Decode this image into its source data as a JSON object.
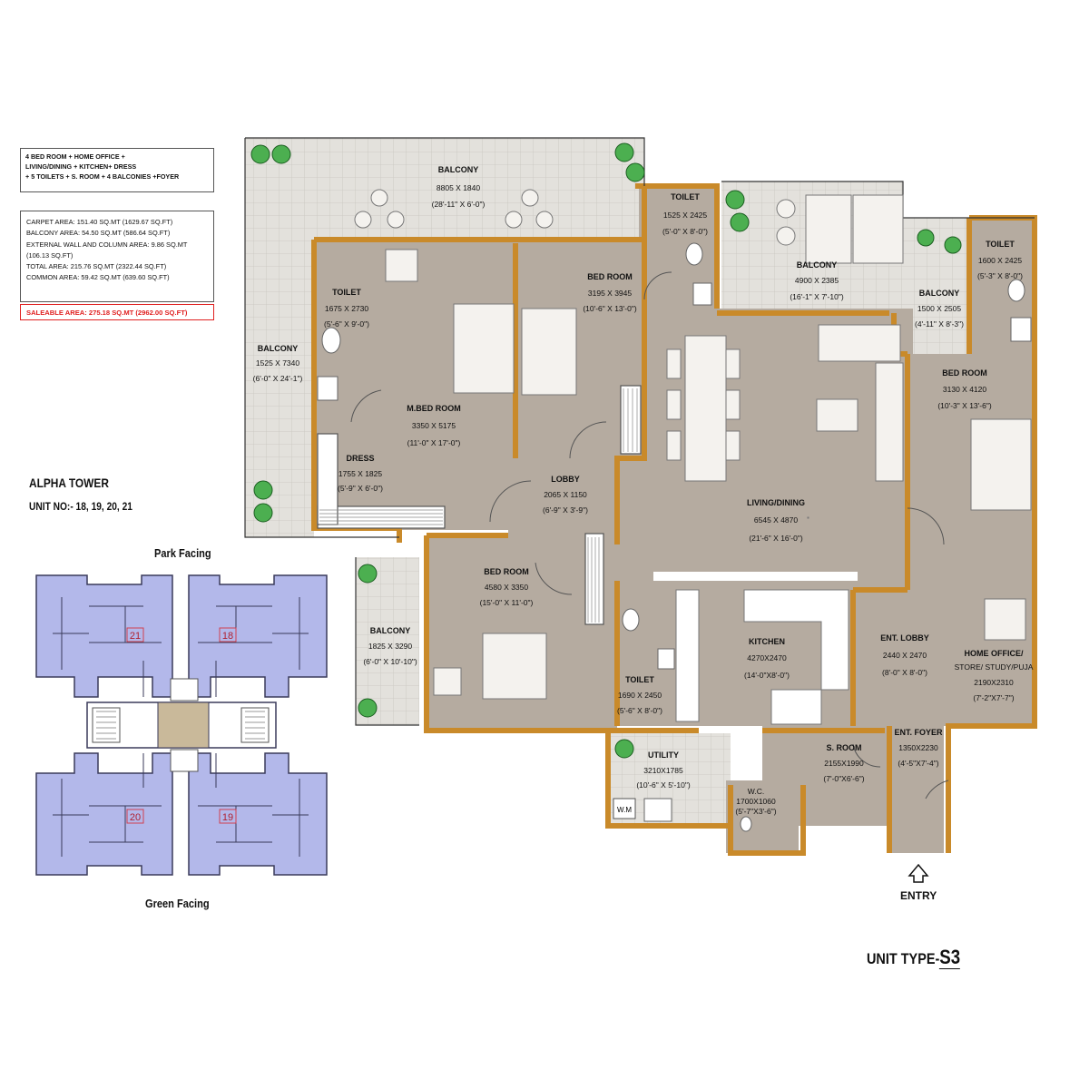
{
  "config": {
    "lines": [
      "4 BED ROOM + HOME OFFICE +",
      "LIVING/DINING + KITCHEN+ DRESS",
      "+ 5 TOILETS + S. ROOM + 4 BALCONIES +FOYER"
    ]
  },
  "areas": {
    "lines": [
      "CARPET AREA: 151.40 SQ.MT (1629.67 SQ.FT)",
      "BALCONY AREA: 54.50 SQ.MT (586.64 SQ.FT)",
      "EXTERNAL WALL AND COLUMN AREA: 9.86 SQ.MT (106.13 SQ.FT)",
      "TOTAL AREA: 215.76 SQ.MT (2322.44 SQ.FT)",
      "COMMON AREA: 59.42 SQ.MT (639.60 SQ.FT)"
    ],
    "saleable": "SALEABLE AREA: 275.18 SQ.MT (2962.00 SQ.FT)"
  },
  "tower": {
    "name": "ALPHA TOWER",
    "units": "UNIT NO:- 18, 19, 20, 21",
    "top_facing": "Park Facing",
    "bottom_facing": "Green Facing",
    "unit_numbers": [
      "21",
      "18",
      "20",
      "19"
    ]
  },
  "unit_type": {
    "prefix": "UNIT TYPE-",
    "code": "S3"
  },
  "entry_label": "ENTRY",
  "rooms": [
    {
      "name": "BALCONY",
      "dim1": "8805 X 1840",
      "dim2": "(28'-11\" X 6'-0\")"
    },
    {
      "name": "TOILET",
      "dim1": "1525 X 2425",
      "dim2": "(5'-0\" X 8'-0\")"
    },
    {
      "name": "BALCONY",
      "dim1": "4900 X 2385",
      "dim2": "(16'-1\" X 7'-10\")"
    },
    {
      "name": "TOILET",
      "dim1": "1600 X 2425",
      "dim2": "(5'-3\" X 8'-0\")"
    },
    {
      "name": "BALCONY",
      "dim1": "1500 X 2505",
      "dim2": "(4'-11\" X 8'-3\")"
    },
    {
      "name": "TOILET",
      "dim1": "1675 X 2730",
      "dim2": "(5'-6\" X 9'-0\")"
    },
    {
      "name": "BED ROOM",
      "dim1": "3195 X 3945",
      "dim2": "(10'-6\" X 13'-0\")"
    },
    {
      "name": "BALCONY",
      "dim1": "1525 X 7340",
      "dim2": "(6'-0\" X 24'-1\")"
    },
    {
      "name": "M.BED ROOM",
      "dim1": "3350 X 5175",
      "dim2": "(11'-0\" X 17'-0\")"
    },
    {
      "name": "BED ROOM",
      "dim1": "3130 X 4120",
      "dim2": "(10'-3\" X 13'-6\")"
    },
    {
      "name": "DRESS",
      "dim1": "1755 X 1825",
      "dim2": "(5'-9\" X 6'-0\")"
    },
    {
      "name": "LOBBY",
      "dim1": "2065 X 1150",
      "dim2": "(6'-9\" X 3'-9\")"
    },
    {
      "name": "LIVING/DINING",
      "dim1": "6545 X 4870",
      "dim2": "(21'-6\" X 16'-0\")"
    },
    {
      "name": "BED ROOM",
      "dim1": "4580 X 3350",
      "dim2": "(15'-0\" X 11'-0\")"
    },
    {
      "name": "BALCONY",
      "dim1": "1825 X 3290",
      "dim2": "(6'-0\" X 10'-10\")"
    },
    {
      "name": "KITCHEN",
      "dim1": "4270X2470",
      "dim2": "(14'-0\"X8'-0\")"
    },
    {
      "name": "ENT. LOBBY",
      "dim1": "2440 X 2470",
      "dim2": "(8'-0\" X 8'-0\")"
    },
    {
      "name": "HOME OFFICE/",
      "dim1": "STORE/ STUDY/PUJA",
      "dim2": "2190X2310",
      "dim3": "(7'-2\"X7'-7\")"
    },
    {
      "name": "TOILET",
      "dim1": "1690 X 2450",
      "dim2": "(5'-6\" X 8'-0\")"
    },
    {
      "name": "UTILITY",
      "dim1": "3210X1785",
      "dim2": "(10'-6\" X 5'-10\")"
    },
    {
      "name": "S. ROOM",
      "dim1": "2155X1990",
      "dim2": "(7'-0\"X6'-6\")"
    },
    {
      "name": "ENT. FOYER",
      "dim1": "1350X2230",
      "dim2": "(4'-5\"X7'-4\")"
    },
    {
      "name": "W.C.",
      "dim1": "1700X1060",
      "dim2": "(5'-7\"X3'-6\")"
    }
  ],
  "wm_label": "W.M",
  "colors": {
    "wall": "#c98a2a",
    "floor": "#b5aba0",
    "balcony": "#e3e1dc",
    "tower_unit": "#b3b8ea",
    "saleable_text": "#e02020"
  }
}
